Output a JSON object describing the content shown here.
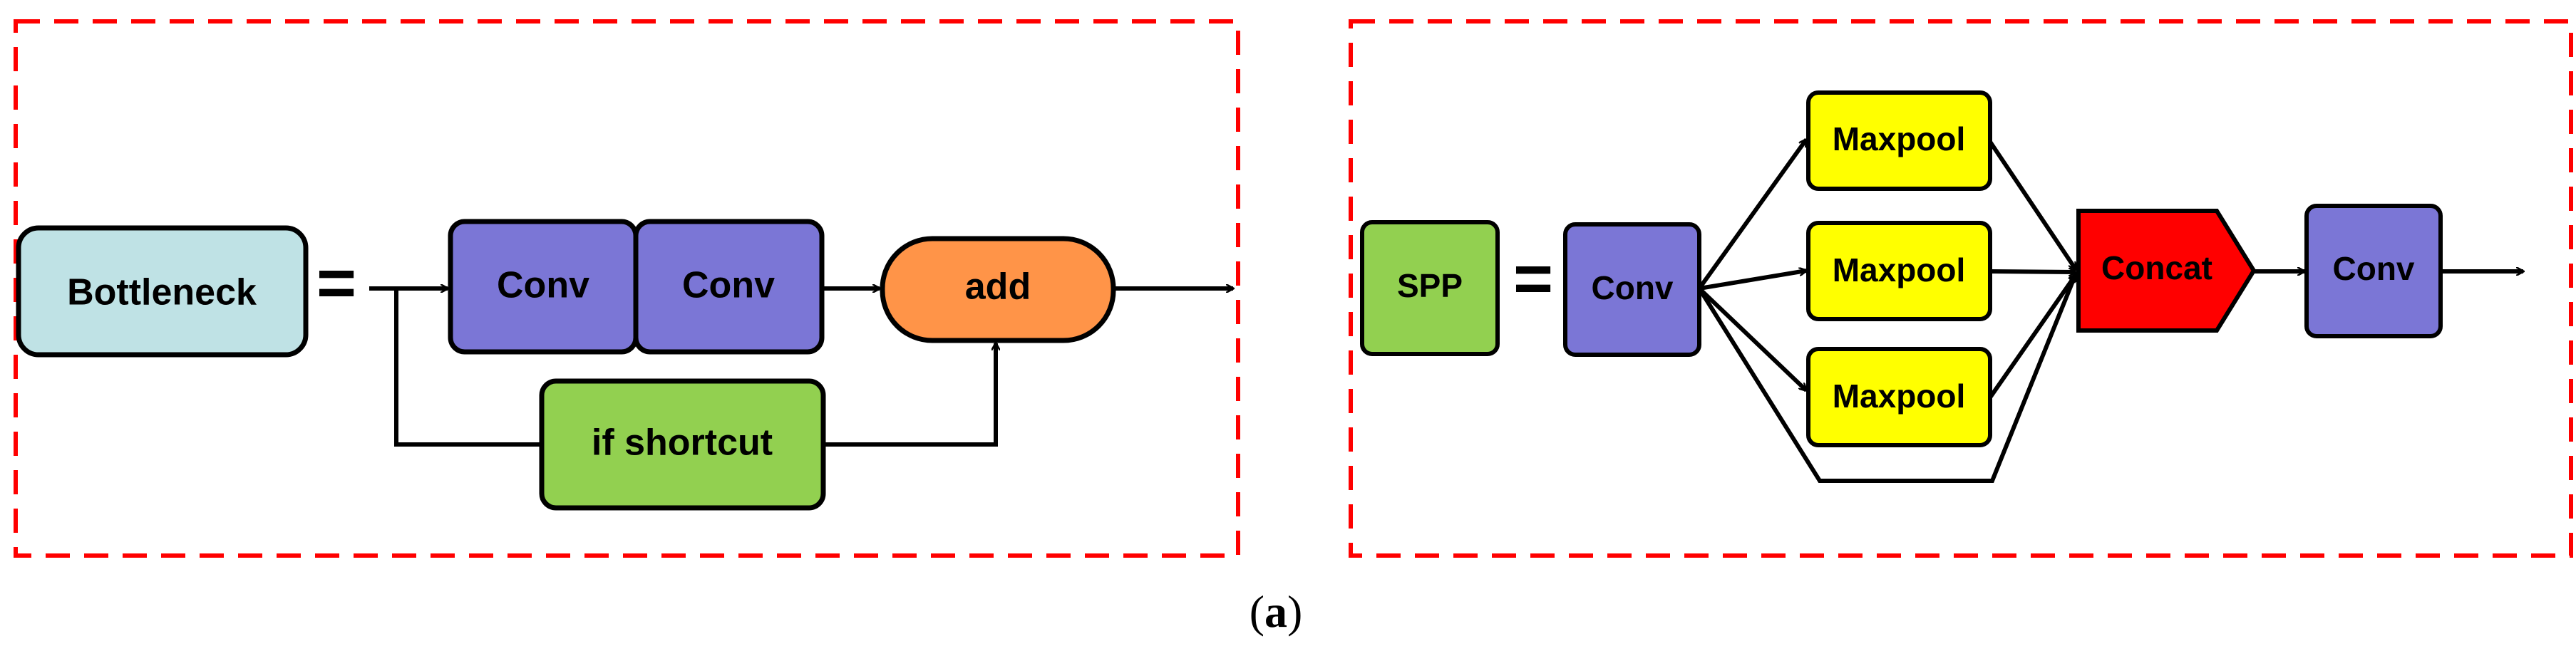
{
  "panel_a": {
    "block_label": "Bottleneck",
    "equals": "=",
    "conv_1": "Conv",
    "conv_2": "Conv",
    "add": "add",
    "shortcut": "if shortcut"
  },
  "panel_b": {
    "block_label": "SPP",
    "equals": "=",
    "conv_in": "Conv",
    "maxpool_1": "Maxpool",
    "maxpool_2": "Maxpool",
    "maxpool_3": "Maxpool",
    "concat": "Concat",
    "conv_out": "Conv"
  },
  "caption": {
    "open": "(",
    "letter": "a",
    "close": ")"
  },
  "colors": {
    "frame_dashed": "#ff0000",
    "bottleneck_fill": "#bfe2e5",
    "conv_fill": "#7b76d6",
    "add_fill": "#ff9448",
    "shortcut_fill": "#92d050",
    "spp_fill": "#92d050",
    "maxpool_fill": "#ffff00",
    "concat_fill": "#ff0000"
  }
}
